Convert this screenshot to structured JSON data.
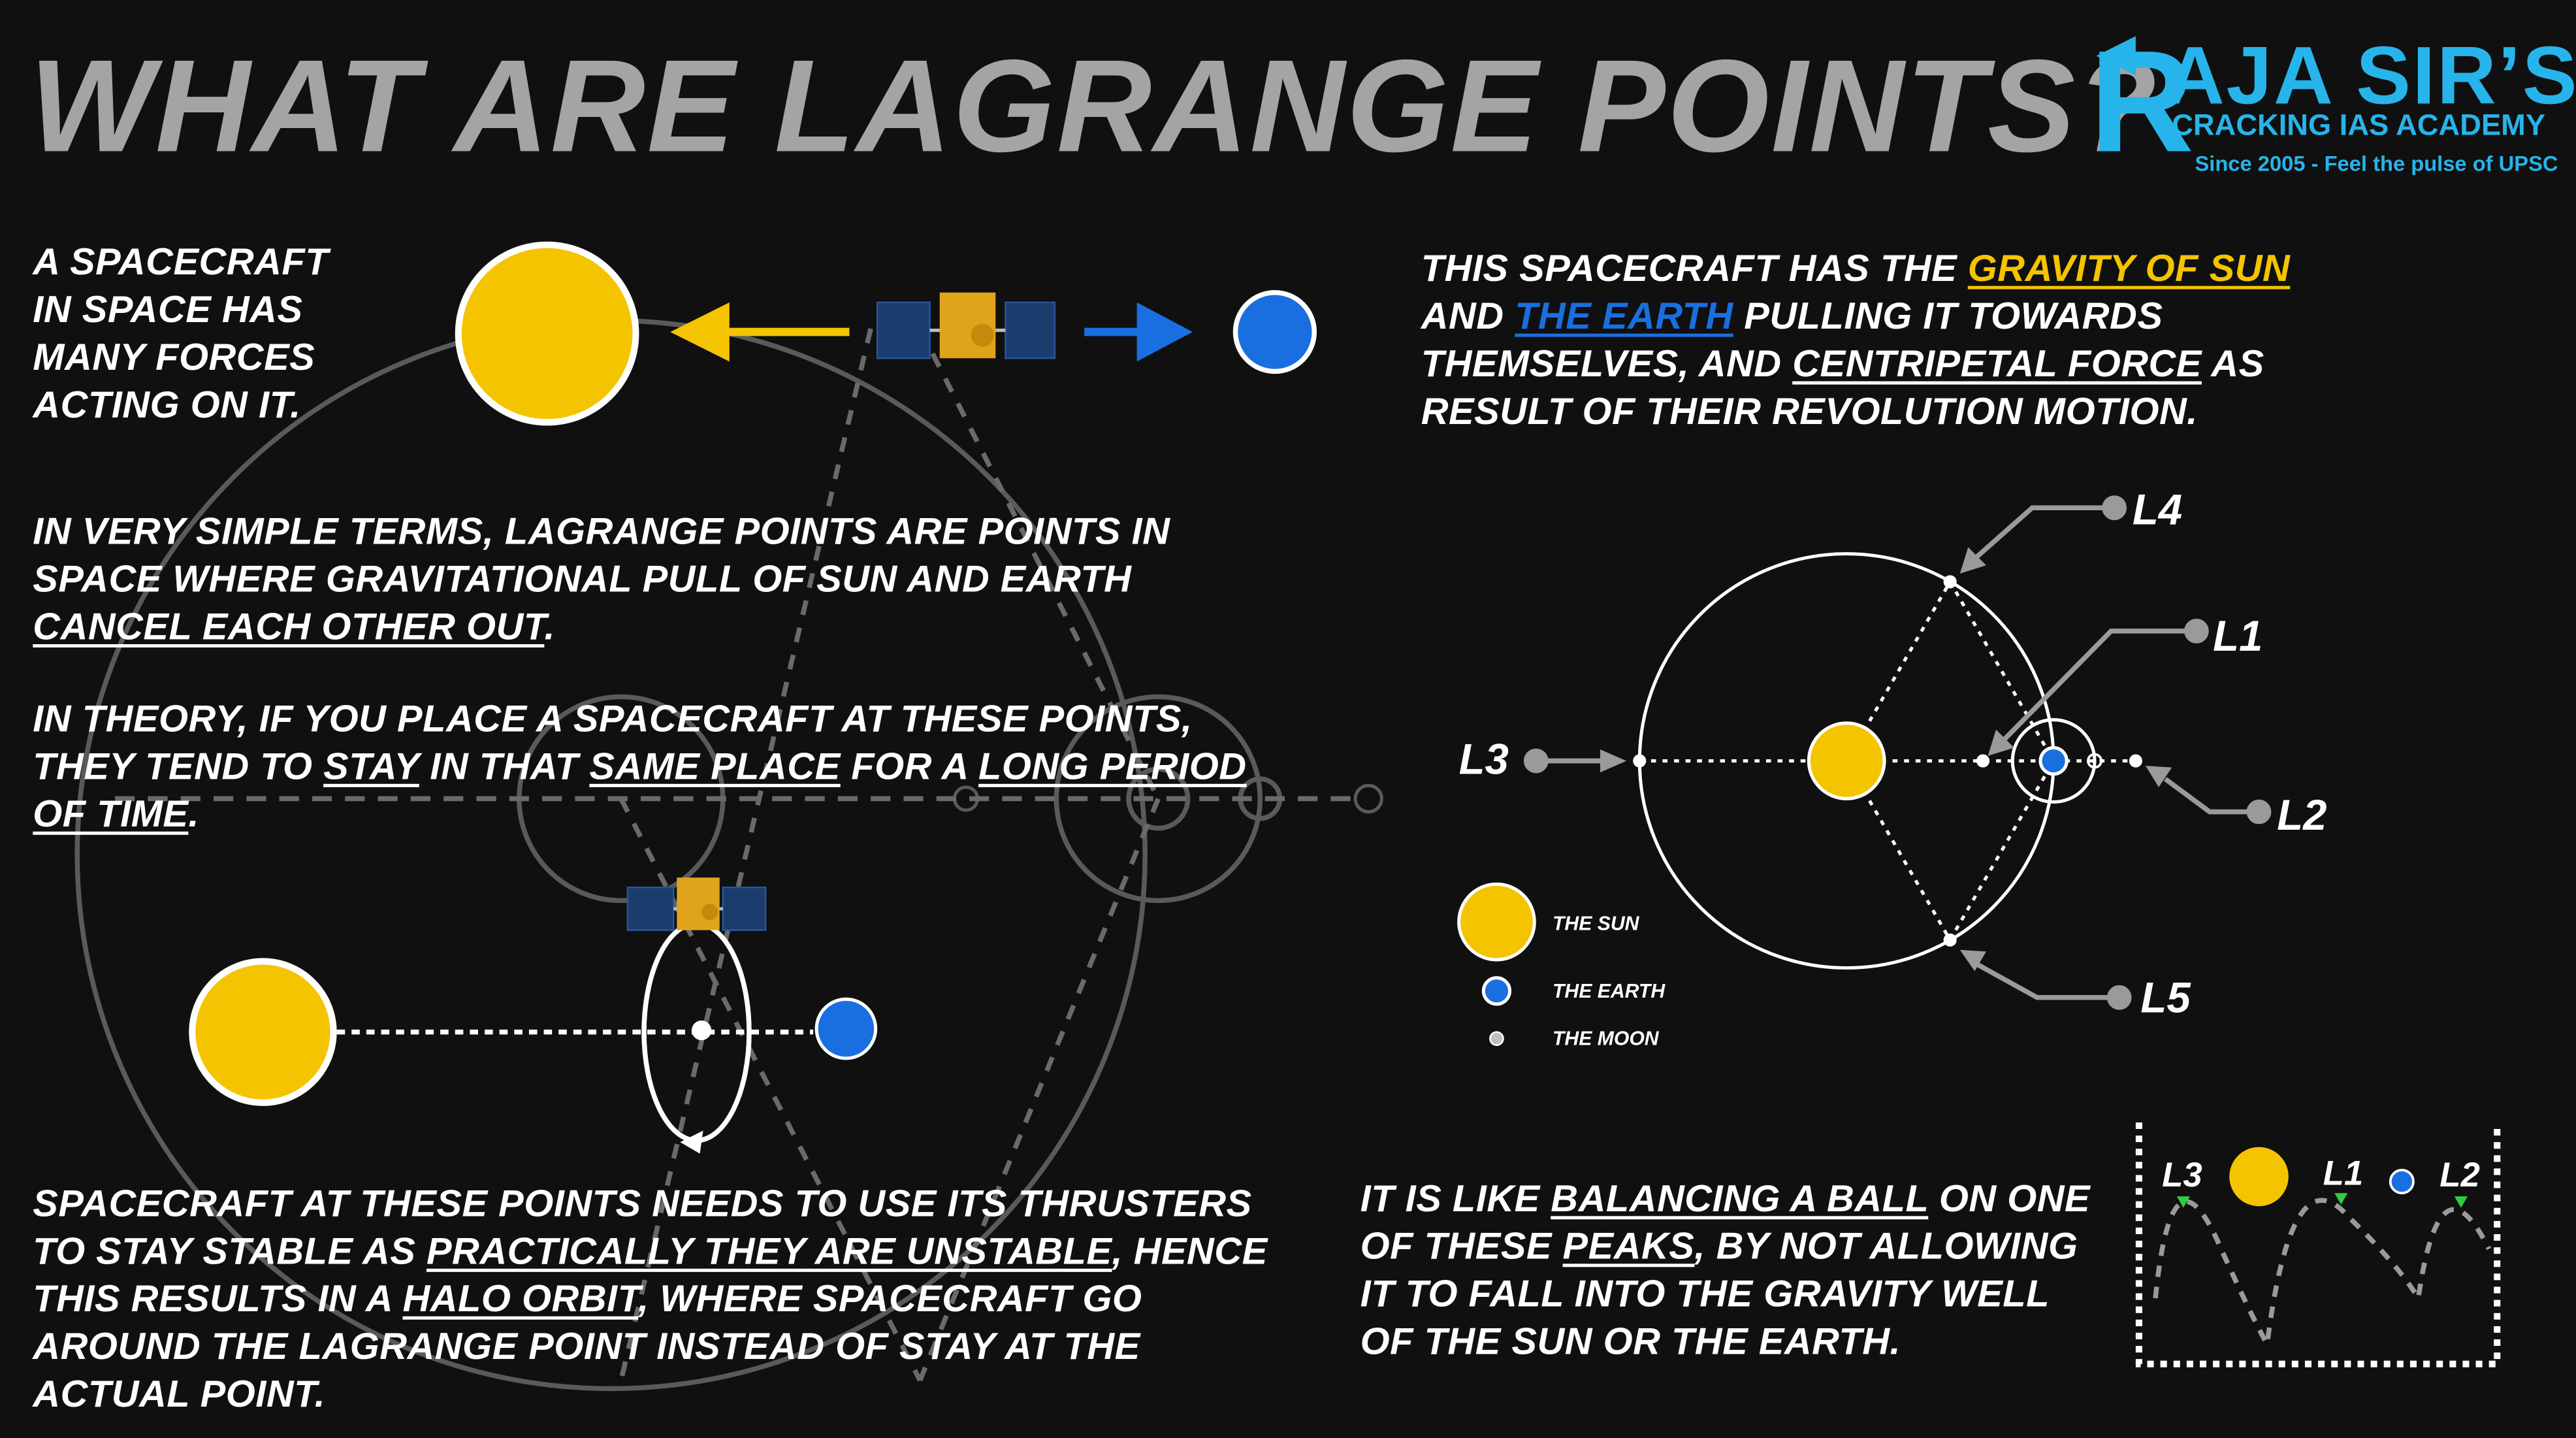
{
  "colors": {
    "background": "#101010",
    "sun": "#f5c400",
    "earth": "#1a6fe0",
    "logo": "#27b4ea",
    "title": "#a4a4a4",
    "guide": "#6a6a6a"
  },
  "title": "WHAT ARE LAGRANGE POINTS?",
  "logo": {
    "mark": "R",
    "name": "AJA SIR’S",
    "subtitle": "CRACKING IAS ACADEMY",
    "tagline": "Since 2005 - Feel the pulse of UPSC"
  },
  "intro": {
    "lines": [
      "A SPACECRAFT",
      "IN SPACE HAS",
      "MANY FORCES",
      "ACTING ON IT."
    ]
  },
  "definition": {
    "line1": "IN VERY SIMPLE TERMS, LAGRANGE POINTS ARE POINTS IN",
    "line2": "SPACE WHERE GRAVITATIONAL PULL OF SUN AND EARTH",
    "line3_underlined": "CANCEL EACH OTHER OUT",
    "line3_end": "."
  },
  "theory": {
    "line1": "IN THEORY, IF YOU PLACE A SPACECRAFT AT THESE POINTS,",
    "line2_a": "THEY TEND TO ",
    "line2_u1": "STAY",
    "line2_b": " IN THAT ",
    "line2_u2": "SAME PLACE",
    "line2_c": " FOR A ",
    "line2_u3": "LONG PERIOD",
    "line3_u": "OF TIME",
    "line3_end": "."
  },
  "forces": {
    "l1_a": "THIS SPACECRAFT HAS THE ",
    "l1_u": "GRAVITY OF SUN",
    "l2_a": "AND ",
    "l2_u": "THE EARTH",
    "l2_b": " PULLING IT TOWARDS",
    "l3_a": "THEMSELVES, AND ",
    "l3_u": "CENTRIPETAL FORCE",
    "l3_b": " AS",
    "l4": "RESULT OF THEIR REVOLUTION MOTION."
  },
  "halo": {
    "l1": "SPACECRAFT AT THESE POINTS NEEDS TO USE ITS THRUSTERS",
    "l2_a": "TO STAY STABLE AS ",
    "l2_u": "PRACTICALLY THEY ARE UNSTABLE",
    "l2_b": ", HENCE",
    "l3_a": "THIS RESULTS IN A ",
    "l3_u": "HALO ORBIT",
    "l3_b": ", WHERE SPACECRAFT GO",
    "l4": "AROUND THE LAGRANGE POINT INSTEAD OF STAY AT THE",
    "l5": "ACTUAL POINT."
  },
  "balance": {
    "l1_a": "IT IS LIKE ",
    "l1_u": "BALANCING A BALL",
    "l1_b": " ON ONE",
    "l2_a": "OF THESE ",
    "l2_u": "PEAKS",
    "l2_b": ", BY NOT ALLOWING",
    "l3": "IT TO FALL INTO THE GRAVITY WELL",
    "l4": "OF THE SUN OR THE EARTH."
  },
  "lagrange_labels": {
    "l1": "L1",
    "l2": "L2",
    "l3": "L3",
    "l4": "L4",
    "l5": "L5"
  },
  "legend": {
    "sun": "THE SUN",
    "earth": "THE EARTH",
    "moon": "THE MOON"
  },
  "mini": {
    "l3": "L3",
    "l1": "L1",
    "l2": "L2"
  },
  "icons": [
    "sun-icon",
    "earth-icon",
    "moon-icon",
    "satellite-icon",
    "arrow-icon"
  ]
}
